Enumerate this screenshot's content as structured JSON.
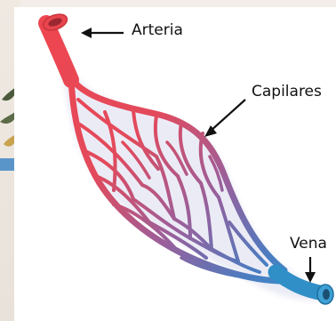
{
  "labels": {
    "artery": "Arteria",
    "capillaries": "Capilares",
    "vein": "Vena"
  },
  "colors": {
    "artery": "#e8454e",
    "vein": "#2f8fc6",
    "arrow": "#111111",
    "background": "#ffffff"
  }
}
